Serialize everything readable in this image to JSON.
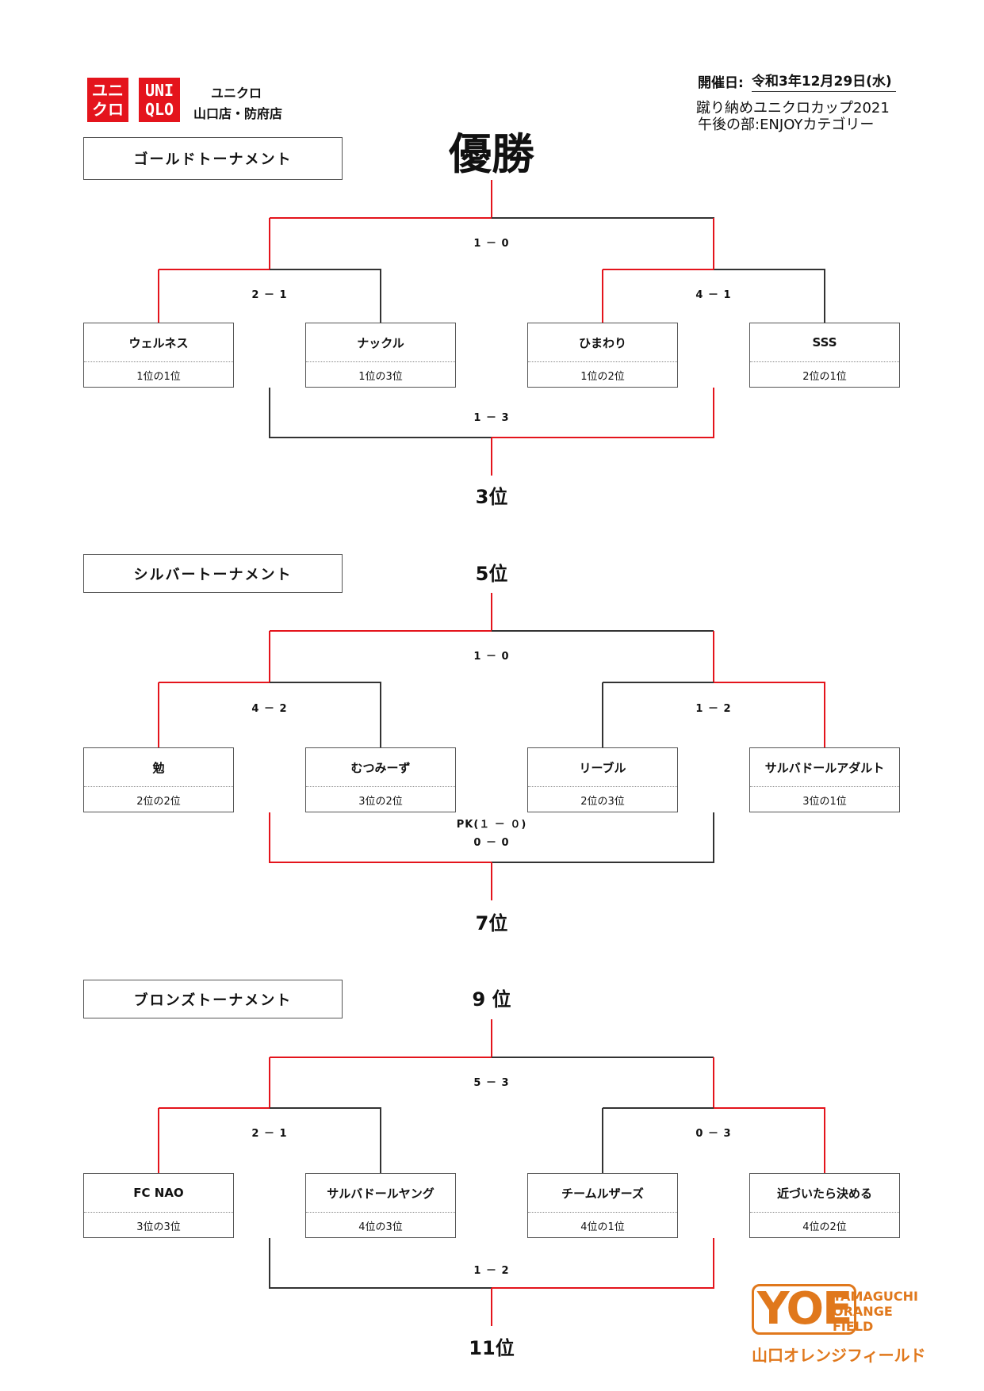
{
  "header": {
    "logo_top": "ユニ\nクロ",
    "logo_uni": "UNI",
    "logo_qlo": "QLO",
    "store_name": "ユニクロ",
    "store_branch": "山口店・防府店",
    "date_label": "開催日:",
    "date_value": "令和3年12月29日(水)",
    "event_name": "蹴り納めユニクロカップ2021",
    "event_division": "午後の部:ENJOYカテゴリー"
  },
  "gold": {
    "title": "ゴールドトーナメント",
    "top_label": "優勝",
    "bottom_label": "3位",
    "final_score": "1 － 0",
    "semi_left_score": "2 － 1",
    "semi_right_score": "4 － 1",
    "third_score": "1 － 3",
    "teams": [
      {
        "name": "ウェルネス",
        "rank": "1位の1位"
      },
      {
        "name": "ナックル",
        "rank": "1位の3位"
      },
      {
        "name": "ひまわり",
        "rank": "1位の2位"
      },
      {
        "name": "SSS",
        "rank": "2位の1位"
      }
    ]
  },
  "silver": {
    "title": "シルバートーナメント",
    "top_label": "5位",
    "bottom_label": "7位",
    "final_score": "1 － 0",
    "semi_left_score": "4 － 2",
    "semi_right_score": "1 － 2",
    "third_pk": "PK(１ － ０)",
    "third_score": "0 － 0",
    "teams": [
      {
        "name": "勉",
        "rank": "2位の2位"
      },
      {
        "name": "むつみーず",
        "rank": "3位の2位"
      },
      {
        "name": "リーブル",
        "rank": "2位の3位"
      },
      {
        "name": "サルバドールアダルト",
        "rank": "3位の1位"
      }
    ]
  },
  "bronze": {
    "title": "ブロンズトーナメント",
    "top_label": "9 位",
    "bottom_label": "11位",
    "final_score": "5 － 3",
    "semi_left_score": "2 － 1",
    "semi_right_score": "0 － 3",
    "third_score": "1 － 2",
    "teams": [
      {
        "name": "FC NAO",
        "rank": "3位の3位"
      },
      {
        "name": "サルバドールヤング",
        "rank": "4位の3位"
      },
      {
        "name": "チームルザーズ",
        "rank": "4位の1位"
      },
      {
        "name": "近づいたら決める",
        "rank": "4位の2位"
      }
    ]
  },
  "footer_logo": {
    "mark": "YOE",
    "line1": "YAMAGUCHI",
    "line2": "ORANGE",
    "line3": "FIELD",
    "jp": "山口オレンジフィールド"
  },
  "colors": {
    "winner_line": "#e4141c",
    "line": "#333333",
    "accent": "#e0781c"
  }
}
